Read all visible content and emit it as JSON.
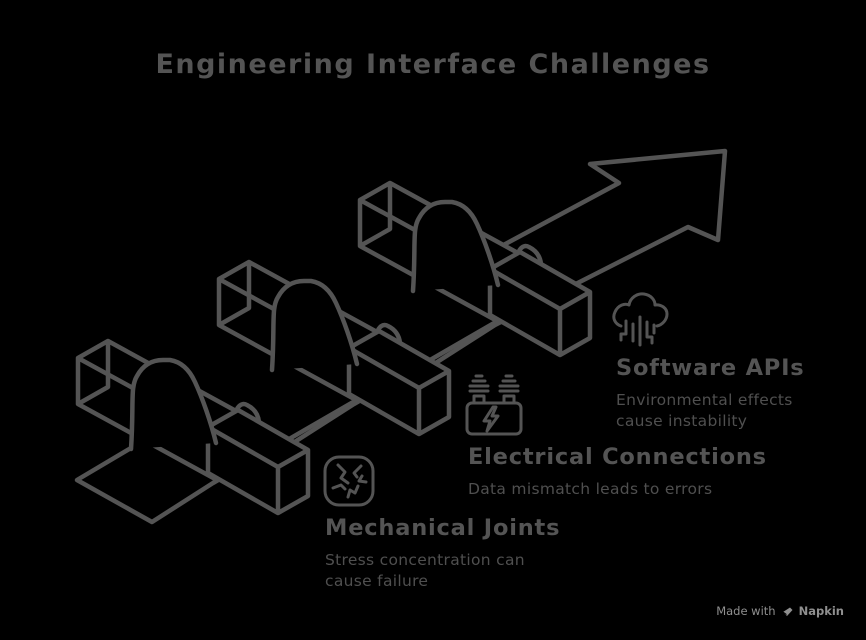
{
  "title": "Engineering Interface Challenges",
  "items": [
    {
      "id": "mechanical-joints",
      "heading": "Mechanical Joints",
      "description": "Stress concentration can cause failure",
      "icon": "crack-icon"
    },
    {
      "id": "electrical-connections",
      "heading": "Electrical Connections",
      "description": "Data mismatch leads to errors",
      "icon": "transformer-icon"
    },
    {
      "id": "software-apis",
      "heading": "Software APIs",
      "description": "Environmental effects cause instability",
      "icon": "cloud-circuit-icon"
    }
  ],
  "watermark": {
    "prefix": "Made with",
    "brand": "Napkin"
  },
  "colors": {
    "background": "#000000",
    "ink": "#545454",
    "heading": "#545454",
    "description": "#4f4f4f",
    "watermark": "#8f8f8f"
  }
}
